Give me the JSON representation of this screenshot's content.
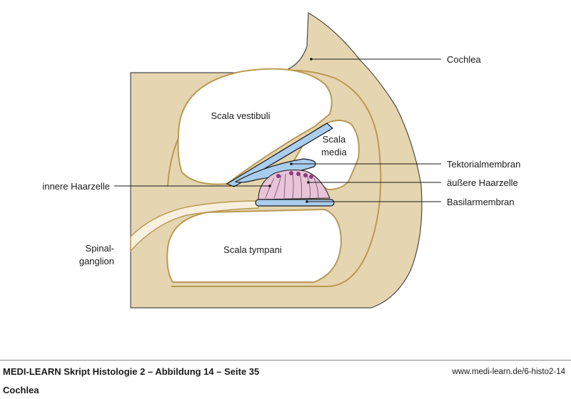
{
  "labels": {
    "cochlea": "Cochlea",
    "scala_vestibuli": "Scala vestibuli",
    "scala_media_line1": "Scala",
    "scala_media_line2": "media",
    "tektorialmembran": "Tektorialmembran",
    "aeussere_haarzelle": "äußere Haarzelle",
    "innere_haarzelle": "innere Haarzelle",
    "basilarmembran": "Basilarmembran",
    "spinalganglion_line1": "Spinal-",
    "spinalganglion_line2": "ganglion",
    "scala_tympani": "Scala tympani"
  },
  "footer": {
    "title": "MEDI-LEARN Skript Histologie 2 – Abbildung 14 – Seite 35",
    "url": "www.medi-learn.de/6-histo2-14",
    "caption": "Cochlea"
  },
  "colors": {
    "bone": "#e5d5b0",
    "outline": "#b89a55",
    "membrane": "#a9cdee",
    "organ": "#e8c4d8",
    "hair_cell": "#8e3a80",
    "nerve": "#f7f0df"
  }
}
